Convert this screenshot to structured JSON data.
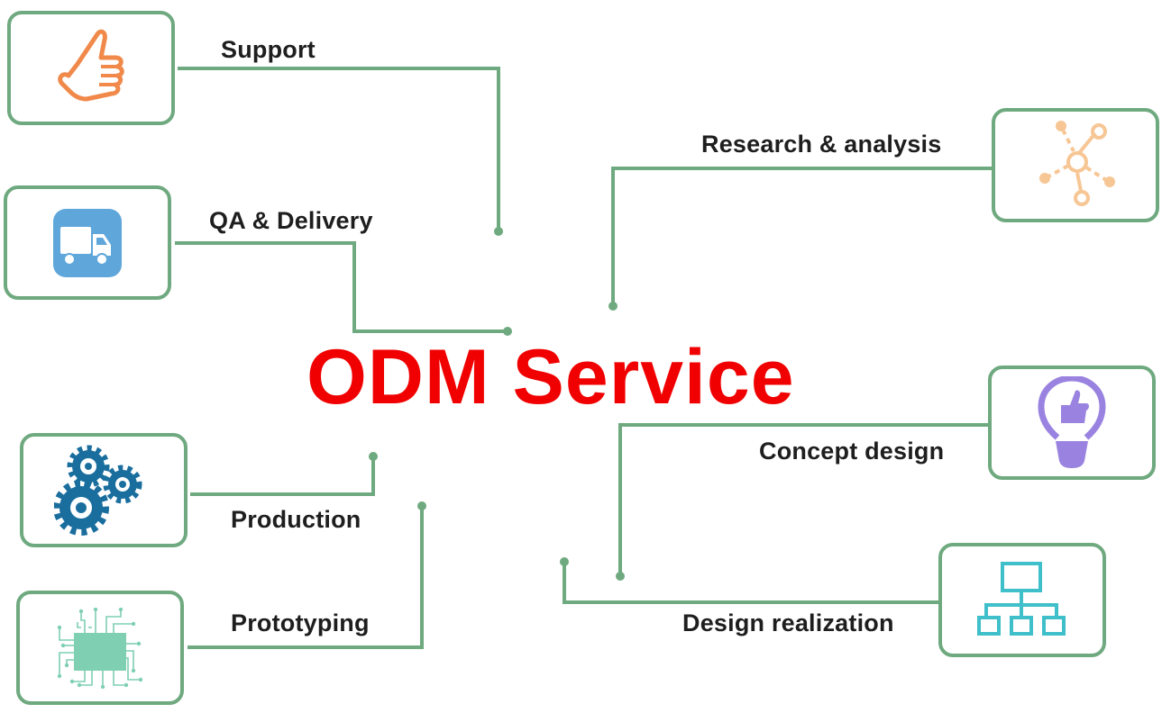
{
  "title": "ODM Service",
  "colors": {
    "title": "#f00000",
    "border": "#6fa97f",
    "support_icon": "#f0894a",
    "qa_icon": "#5fa7db",
    "research_icon": "#f7c695",
    "concept_icon": "#9a83e0",
    "design_icon": "#3fbfc9",
    "production_icon": "#1a6e9e",
    "prototyping_icon": "#7fcfb3"
  },
  "nodes": [
    {
      "id": "support",
      "label": "Support",
      "icon": "thumbs-up-icon"
    },
    {
      "id": "qa-delivery",
      "label": "QA & Delivery",
      "icon": "delivery-truck-icon"
    },
    {
      "id": "research-analysis",
      "label": "Research & analysis",
      "icon": "network-nodes-icon"
    },
    {
      "id": "concept-design",
      "label": "Concept design",
      "icon": "lightbulb-icon"
    },
    {
      "id": "design-realization",
      "label": "Design realization",
      "icon": "hierarchy-icon"
    },
    {
      "id": "production",
      "label": "Production",
      "icon": "gears-icon"
    },
    {
      "id": "prototyping",
      "label": "Prototyping",
      "icon": "circuit-chip-icon"
    }
  ]
}
